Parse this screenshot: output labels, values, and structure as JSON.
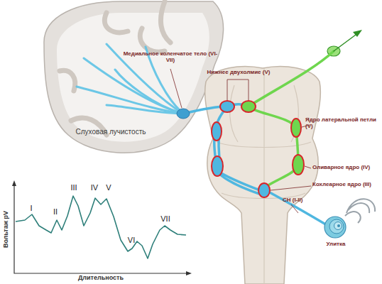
{
  "diagram": {
    "labels": [
      "Медиальное коленчатое тело (VI-VII)",
      "Нижнее двухолмие (V)",
      "Слуховая лучистость",
      "Ядро латеральной петли (V)",
      "Оливарное ядро (IV)",
      "Кохлеарное ядро (III)",
      "СН (I-II)",
      "Улитка",
      "III",
      "IV",
      "V",
      "I",
      "II",
      "VII",
      "VI",
      "Вольтаж рV",
      "Длительность"
    ]
  }
}
